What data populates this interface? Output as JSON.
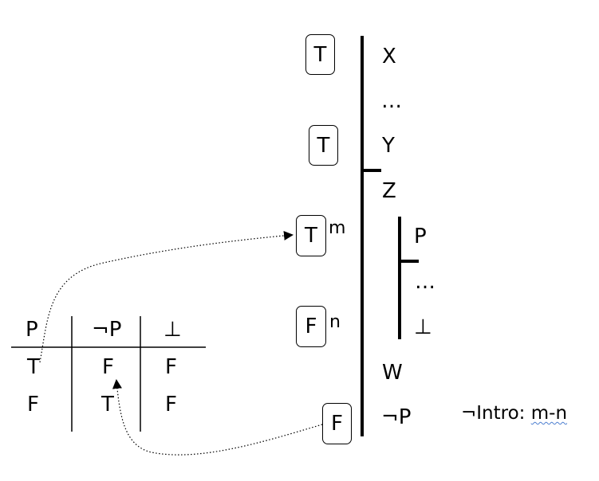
{
  "proof": {
    "main_lines": [
      "X",
      "…",
      "Y",
      "Z",
      "W",
      "¬P"
    ],
    "sub_lines": [
      "P",
      "…",
      "⊥"
    ],
    "boxes": [
      "T",
      "T",
      "T",
      "F",
      "F"
    ],
    "markers": [
      "m",
      "n"
    ],
    "justification_rule": "¬Intro:",
    "justification_range": "m-n"
  },
  "truth_table": {
    "headers": [
      "P",
      "¬P",
      "⊥"
    ],
    "rows": [
      [
        "T",
        "F",
        "F"
      ],
      [
        "F",
        "T",
        "F"
      ]
    ]
  }
}
